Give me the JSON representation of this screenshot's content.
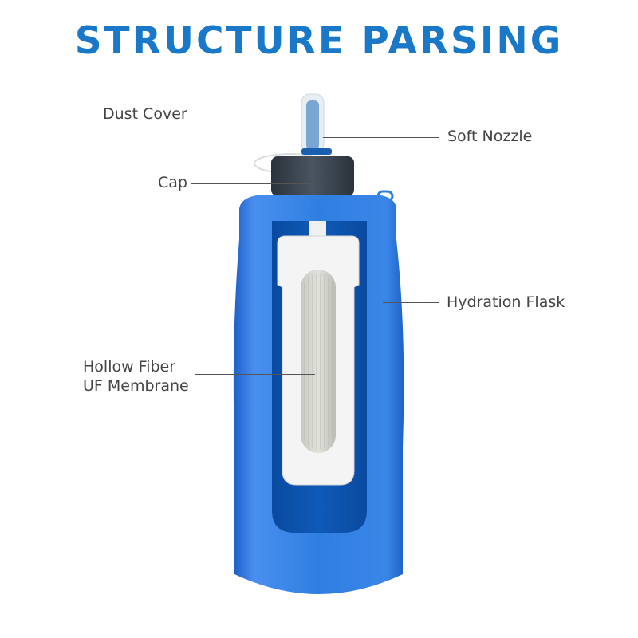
{
  "title": "STRUCTURE PARSING",
  "labels": {
    "dust_cover": "Dust Cover",
    "soft_nozzle": "Soft Nozzle",
    "cap": "Cap",
    "hydration_flask": "Hydration Flask",
    "membrane_line1": "Hollow Fiber",
    "membrane_line2": "UF Membrane"
  },
  "colors": {
    "title": "#1a78c8",
    "flask": "#2f7fe0",
    "flask_inner": "#0e57b5",
    "cap": "#3a4450",
    "filter": "#f2f2f2"
  }
}
